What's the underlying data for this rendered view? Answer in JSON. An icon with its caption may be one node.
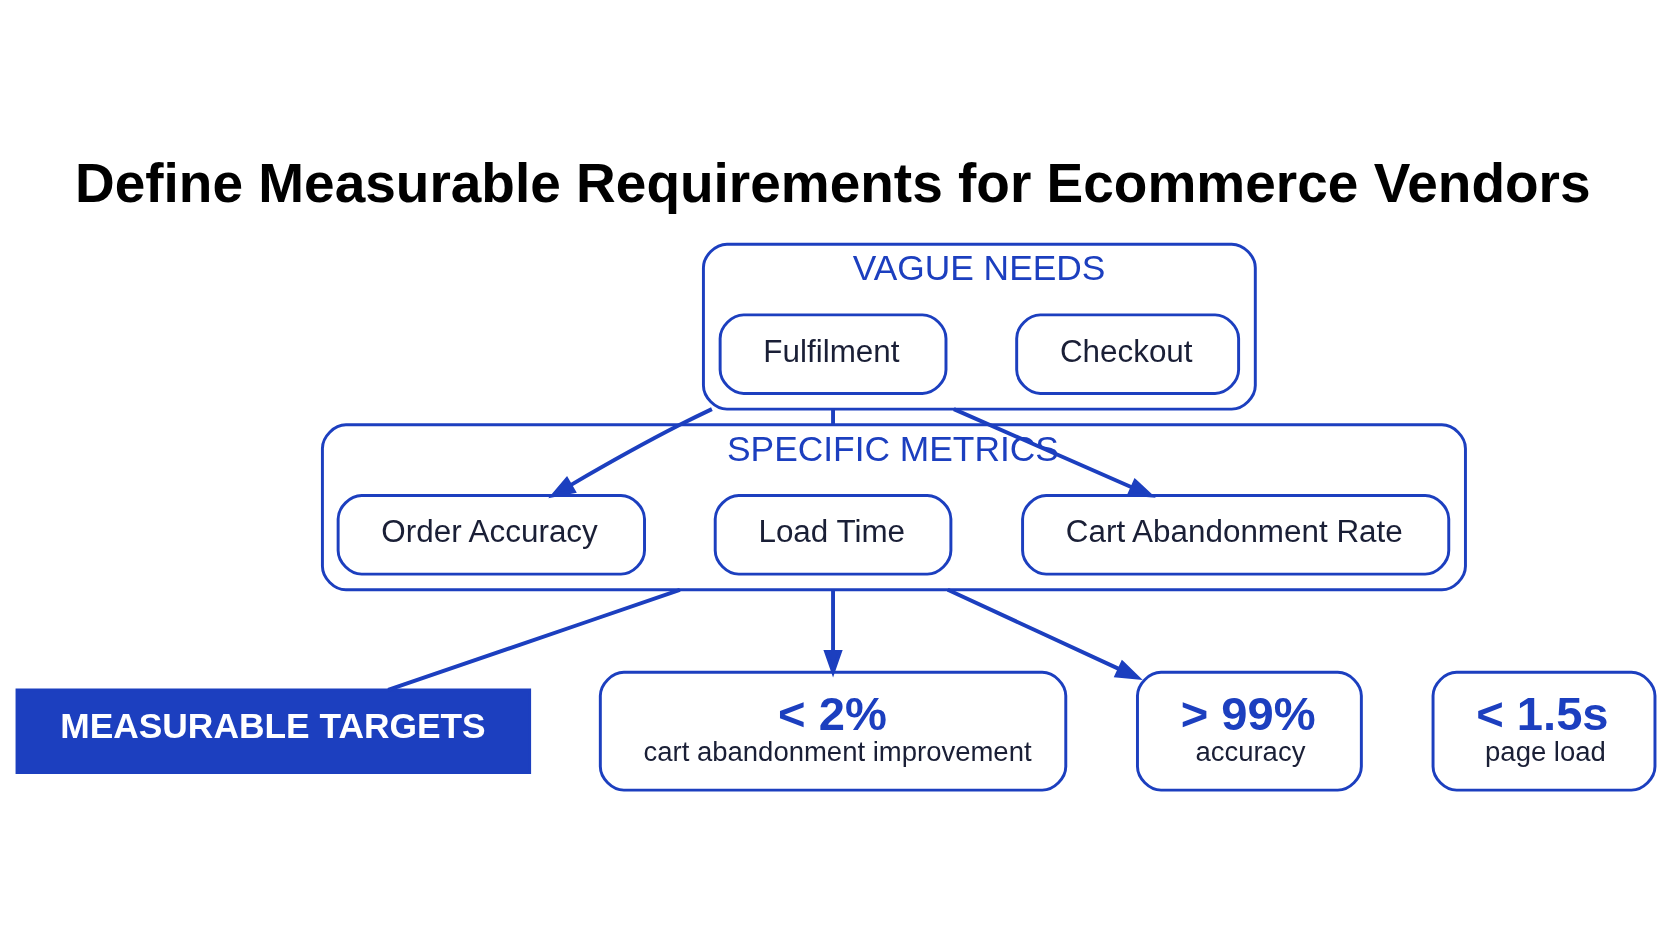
{
  "diagram": {
    "title": "Define Measurable Requirements for Ecommerce Vendors",
    "nodes": [
      {
        "text": [
          "VAGUE NEEDS"
        ]
      },
      {
        "text": [
          "Checkout"
        ],
        "in": 0
      },
      {
        "text": [
          "Fulfilment"
        ],
        "in": 0
      },
      {
        "text": [
          "SPECIFIC METRICS"
        ]
      },
      {
        "text": [
          "Cart Abandonment Rate"
        ],
        "in": 3
      },
      {
        "text": [
          "Load Time"
        ],
        "in": 3
      },
      {
        "text": [
          "Order Accuracy"
        ],
        "in": 3
      },
      {
        "text": [
          "MEASURABLE TARGETS"
        ]
      },
      {
        "text": [
          "< 2%",
          "cart abandonment improvement"
        ]
      },
      {
        "text": [
          "< 1.5s",
          "page load"
        ]
      },
      {
        "text": [
          "> 99%",
          "accuracy"
        ]
      }
    ],
    "edges": [
      {
        "from": 0,
        "to": 4,
        "arrow": "to"
      },
      {
        "from": 0,
        "to": 3,
        "arrow": "none"
      },
      {
        "from": 0,
        "to": 6,
        "arrow": "to"
      },
      {
        "from": 3,
        "to": 8,
        "arrow": "to"
      },
      {
        "from": 3,
        "to": 7,
        "arrow": "none"
      },
      {
        "from": 3,
        "to": 10,
        "arrow": "to"
      }
    ]
  }
}
